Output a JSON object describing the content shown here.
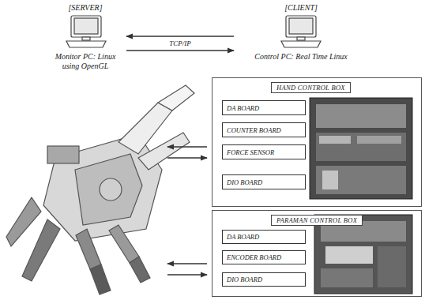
{
  "diagram": {
    "nodes": [
      {
        "text": [
          "[SERVER]",
          "Monitor PC: Linux using OpenGL"
        ]
      },
      {
        "text": [
          "[CLIENT]",
          "Control PC: Real Time Linux"
        ]
      },
      {
        "text": [
          "HAND CONTROL BOX"
        ]
      },
      {
        "text": [
          "DA BOARD"
        ],
        "in": 2
      },
      {
        "text": [
          "COUNTER BOARD"
        ],
        "in": 2
      },
      {
        "text": [
          "FORCE SENSOR"
        ],
        "in": 2
      },
      {
        "text": [
          "DIO BOARD"
        ],
        "in": 2
      },
      {
        "text": [
          "PARAMAN CONTROL BOX"
        ]
      },
      {
        "text": [
          "DA BOARD"
        ],
        "in": 7
      },
      {
        "text": [
          "ENCODER BOARD"
        ],
        "in": 7
      },
      {
        "text": [
          "DIO BOARD"
        ],
        "in": 7
      }
    ],
    "edges": [
      {
        "from": 1,
        "to": 0,
        "arrow": "to",
        "label": "TCP/IP"
      },
      {
        "from": 0,
        "to": 1,
        "arrow": "to"
      }
    ]
  }
}
